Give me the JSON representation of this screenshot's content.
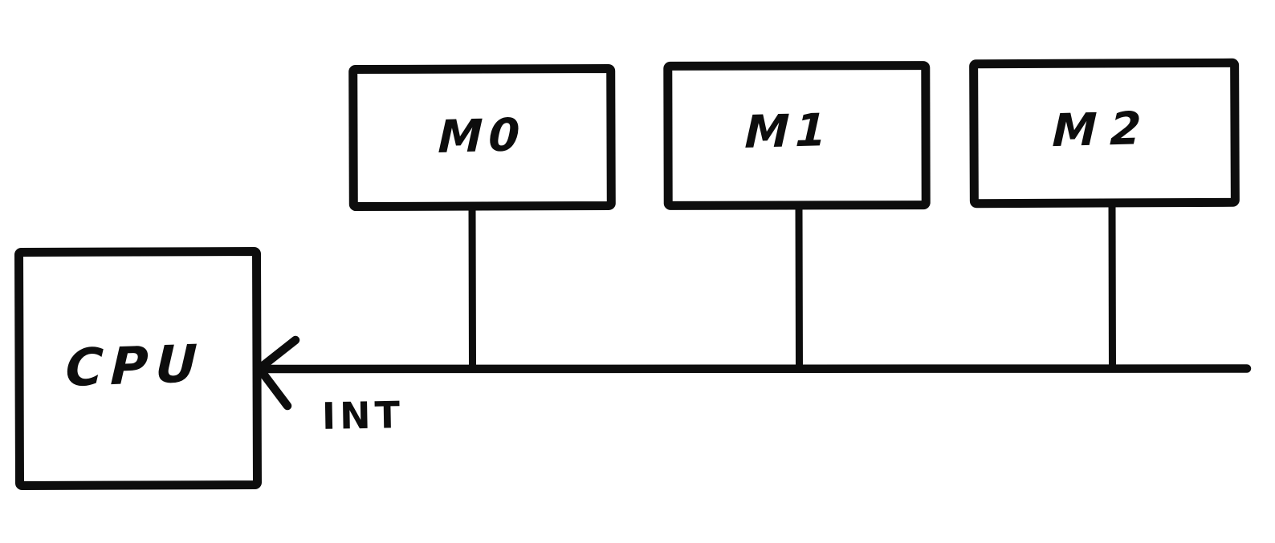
{
  "diagram": {
    "description": "Hand-drawn diagram of a CPU receiving an interrupt line from a shared bus with three modules attached",
    "cpu": {
      "label": "CPU"
    },
    "modules": [
      {
        "label": "M0"
      },
      {
        "label": "M1"
      },
      {
        "label": "M2"
      }
    ],
    "bus": {
      "signal_label": "INT",
      "arrow_direction": "into CPU (leftward)"
    },
    "colors": {
      "ink": "#0d0d0d",
      "background": "#ffffff"
    }
  }
}
